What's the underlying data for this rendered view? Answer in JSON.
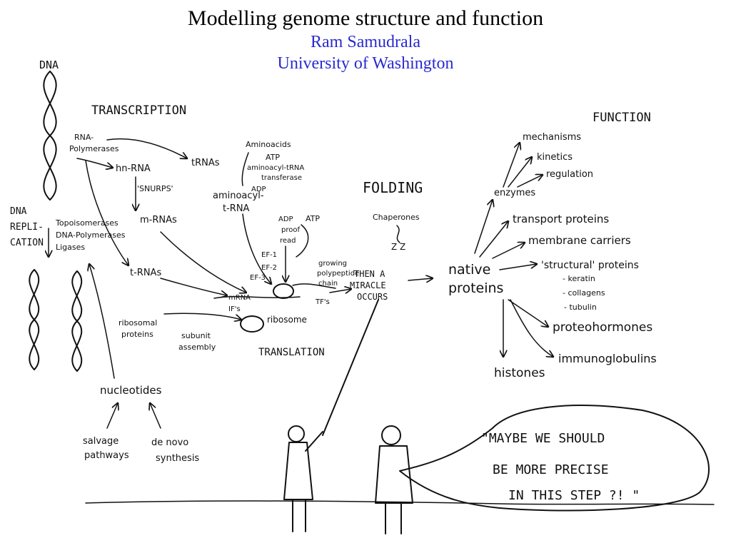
{
  "header": {
    "title": "Modelling genome structure and function",
    "author": "Ram Samudrala",
    "affiliation": "University of Washington",
    "accent_color": "#2a2ad0"
  },
  "labels": {
    "dna_top": "DNA",
    "transcription": "TRANSCRIPTION",
    "rna_polymerases_1": "RNA-",
    "rna_polymerases_2": "Polymerases",
    "hn_rna": "hn-RNA",
    "snurps": "'SNURPS'",
    "m_rnas": "m-RNAs",
    "t_rnas_top": "tRNAs",
    "t_rnas_low": "t-RNAs",
    "aminoacids": "Aminoacids",
    "atp1": "ATP",
    "aminoacyl_trna_1": "aminoacyl-tRNA",
    "aminoacyl_trna_2": "transferase",
    "adp1": "ADP",
    "aminoacyl_t_rna_1": "aminoacyl-",
    "aminoacyl_t_rna_2": "t-RNA",
    "dna_repl_1": "DNA",
    "dna_repl_2": "REPLI-",
    "dna_repl_3": "CATION",
    "topoisomerases": "Topoisomerases",
    "dna_polymerases": "DNA-Polymerases",
    "ligases": "Ligases",
    "adp2": "ADP",
    "atp2": "ATP",
    "proof_reading_1": "proof",
    "proof_reading_2": "read",
    "ef1": "EF-1",
    "ef2": "EF-2",
    "ef3": "EF-3",
    "growing_1": "growing",
    "growing_2": "polypeptide",
    "growing_3": "chain",
    "mrna_small": "mRNA",
    "ifs": "IF's",
    "tfs": "TF's",
    "ribosome": "ribosome",
    "ribosomal_1": "ribosomal",
    "ribosomal_2": "proteins",
    "subunit_1": "subunit",
    "subunit_2": "assembly",
    "translation": "TRANSLATION",
    "nucleotides": "nucleotides",
    "salvage_1": "salvage",
    "salvage_2": "pathways",
    "denovo_1": "de novo",
    "denovo_2": "synthesis",
    "folding": "FOLDING",
    "chaperones": "Chaperones",
    "zz": "Z Z",
    "miracle_1": "THEN A",
    "miracle_2": "MIRACLE",
    "miracle_3": "OCCURS",
    "native_1": "native",
    "native_2": "proteins",
    "function": "FUNCTION",
    "mechanisms": "mechanisms",
    "kinetics": "kinetics",
    "regulation": "regulation",
    "enzymes": "enzymes",
    "transport": "transport proteins",
    "membrane": "membrane carriers",
    "structural": "'structural' proteins",
    "keratin": "- keratin",
    "collagens": "- collagens",
    "tubulin": "- tubulin",
    "proteohormones": "proteohormones",
    "immunoglobulins": "immunoglobulins",
    "histones": "histones",
    "quote_1": "\"MAYBE WE SHOULD",
    "quote_2": "BE MORE PRECISE",
    "quote_3": "IN THIS STEP ?! \""
  }
}
